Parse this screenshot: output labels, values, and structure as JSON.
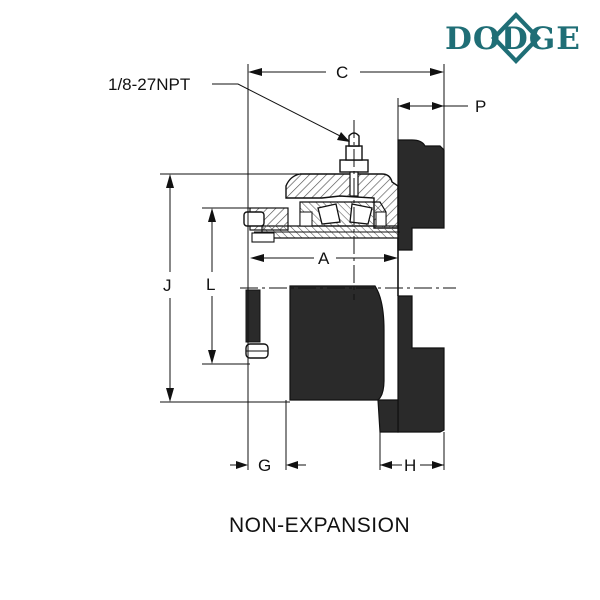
{
  "brand": {
    "name": "DODGE",
    "color": "#1f6e76"
  },
  "dimensions": {
    "fitting": "1/8-27NPT",
    "c": "C",
    "p": "P",
    "a": "A",
    "j": "J",
    "l": "L",
    "g": "G",
    "h": "H"
  },
  "caption": "NON-EXPANSION",
  "colors": {
    "housing_shade": "#2a2a2a",
    "line": "#111111",
    "hatch": "#555555"
  }
}
